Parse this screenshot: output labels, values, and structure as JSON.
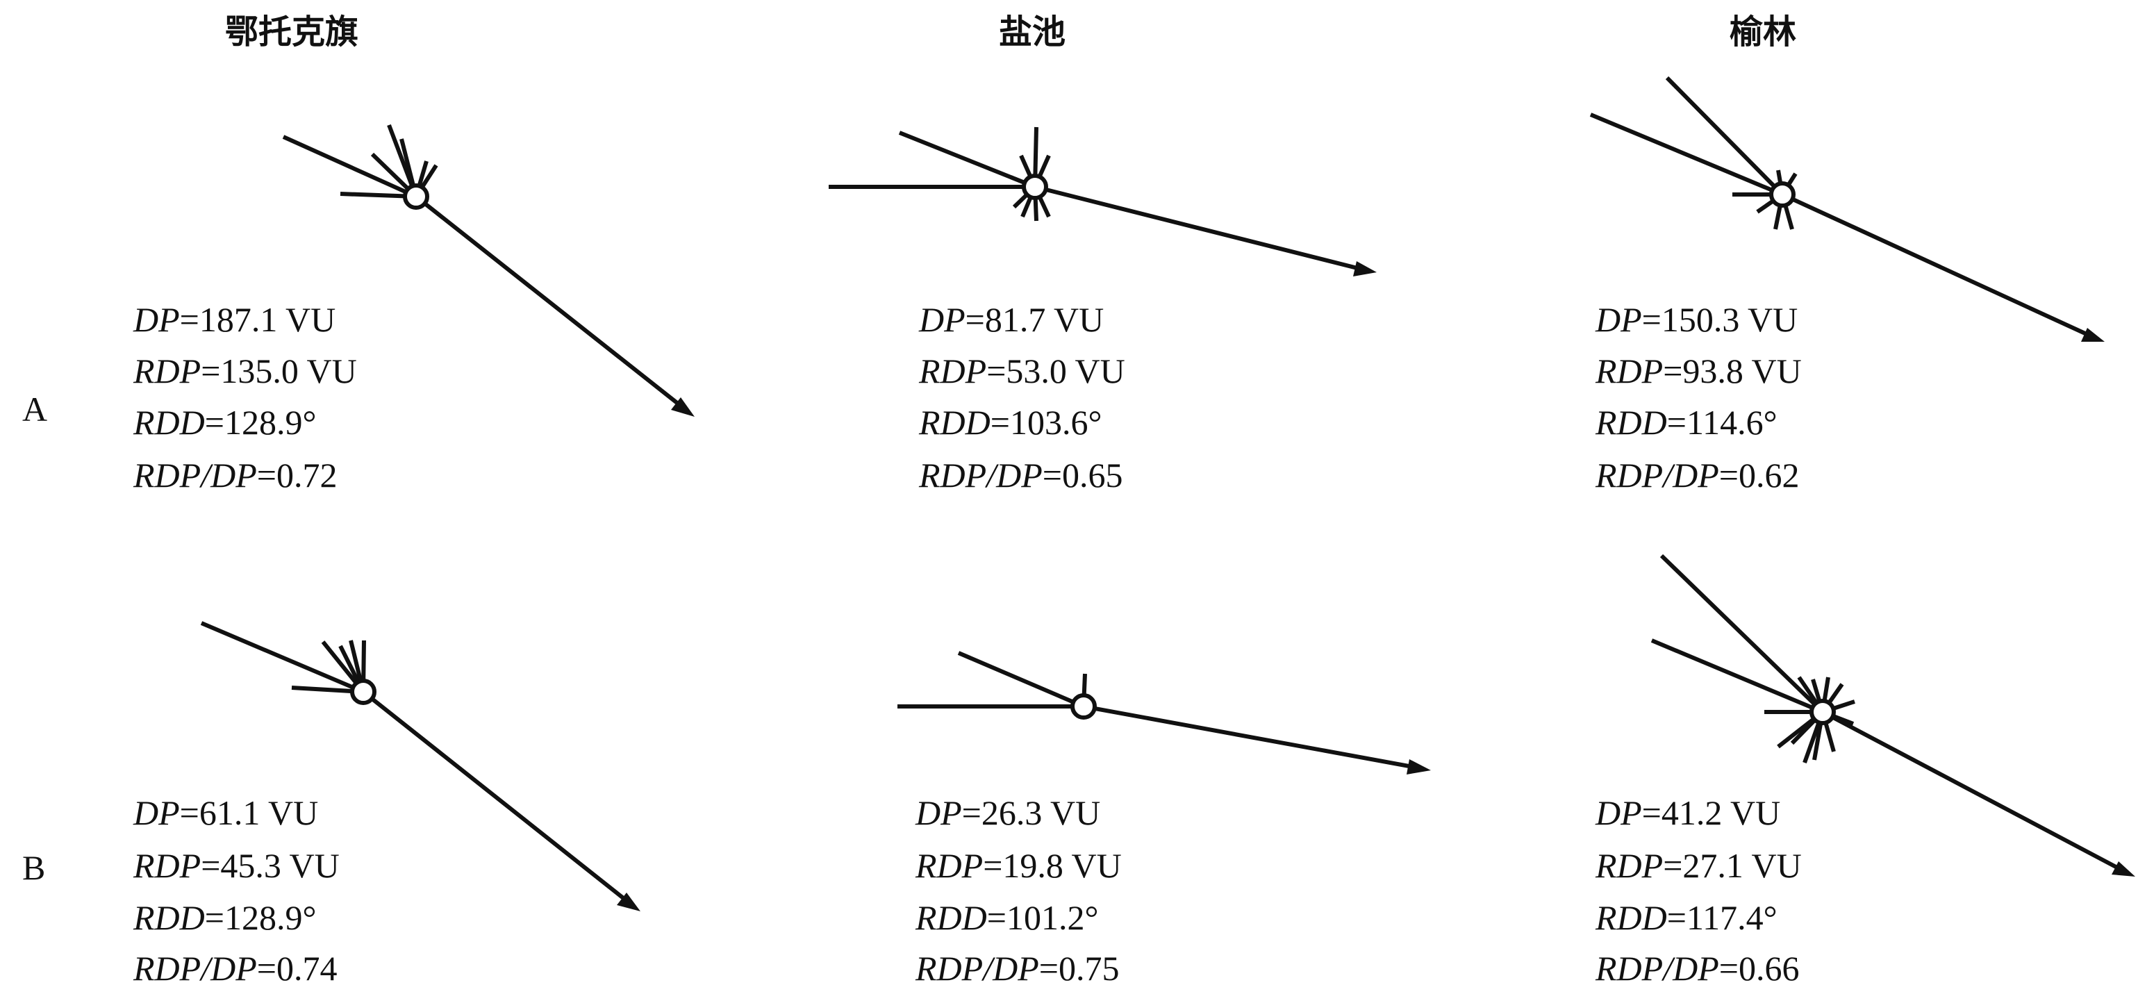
{
  "sites": [
    "鄂托克旗",
    "盐池",
    "榆林"
  ],
  "rows": [
    {
      "label": "A",
      "panels": [
        {
          "site": "鄂托克旗",
          "DP": "187.1",
          "RDP": "135.0",
          "RDD": "128.9°",
          "ratio": "0.72"
        },
        {
          "site": "盐池",
          "DP": "81.7",
          "RDP": "53.0",
          "RDD": "103.6°",
          "ratio": "0.65"
        },
        {
          "site": "榆林",
          "DP": "150.3",
          "RDP": "93.8",
          "RDD": "114.6°",
          "ratio": "0.62"
        }
      ]
    },
    {
      "label": "B",
      "panels": [
        {
          "site": "鄂托克旗",
          "DP": "61.1",
          "RDP": "45.3",
          "RDD": "128.9°",
          "ratio": "0.74"
        },
        {
          "site": "盐池",
          "DP": "26.3",
          "RDP": "19.8",
          "RDD": "101.2°",
          "ratio": "0.75"
        },
        {
          "site": "榆林",
          "DP": "41.2",
          "RDP": "27.1",
          "RDD": "117.4°",
          "ratio": "0.66"
        }
      ]
    }
  ],
  "stat_labels": {
    "dp": "DP",
    "rdp": "RDP",
    "rdd": "RDD",
    "ratio_num": "RDP",
    "ratio_slash": "/",
    "ratio_den": "DP",
    "eq": "=",
    "unit": " VU"
  }
}
